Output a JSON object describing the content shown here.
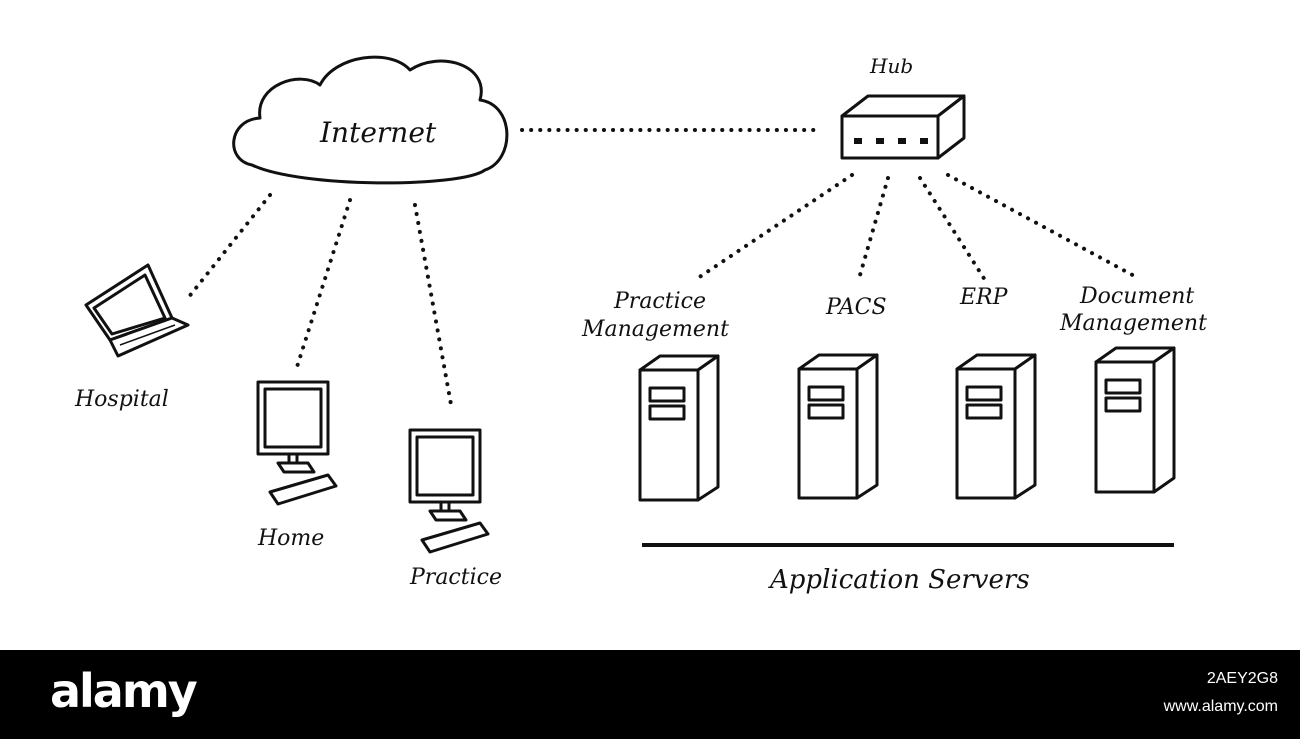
{
  "diagram": {
    "internet_label": "Internet",
    "hub_label": "Hub",
    "clients": [
      {
        "label": "Hospital",
        "icon": "laptop-icon"
      },
      {
        "label": "Home",
        "icon": "desktop-icon"
      },
      {
        "label": "Practice",
        "icon": "desktop-icon"
      }
    ],
    "servers": [
      {
        "label_line1": "Practice",
        "label_line2": "Management",
        "icon": "server-icon"
      },
      {
        "label_line1": "PACS",
        "label_line2": "",
        "icon": "server-icon"
      },
      {
        "label_line1": "ERP",
        "label_line2": "",
        "icon": "server-icon"
      },
      {
        "label_line1": "Document",
        "label_line2": "Management",
        "icon": "server-icon"
      }
    ],
    "group_label": "Application Servers"
  },
  "footer": {
    "brand": "alamy",
    "image_id": "2AEY2G8",
    "site": "www.alamy.com"
  }
}
